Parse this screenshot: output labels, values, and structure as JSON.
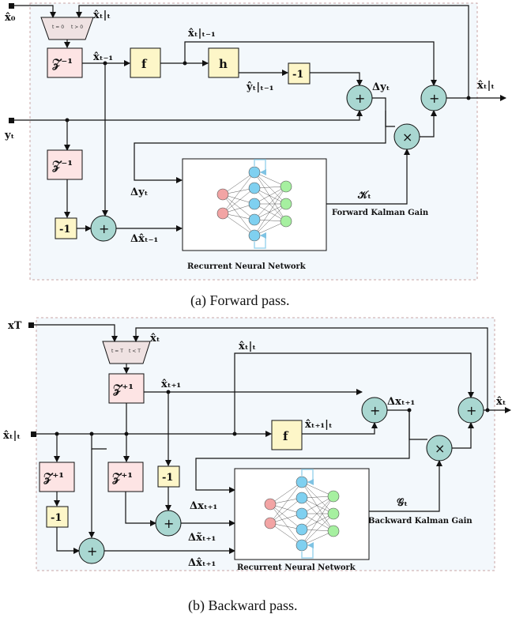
{
  "forward": {
    "caption": "(a) Forward pass.",
    "inputs": {
      "x0": "x̂₀",
      "yt": "yₜ"
    },
    "labels": {
      "xhat_tt_top": "x̂ₜ|ₜ",
      "xhat_prior": "x̂ₜ|ₜ₋₁",
      "xhat_tm1": "x̂ₜ₋₁",
      "yhat_prior": "ŷₜ|ₜ₋₁",
      "dy_right": "Δyₜ",
      "dy_left": "Δyₜ",
      "dx_left": "Δx̂ₜ₋₁",
      "gain_symbol": "𝒦ₜ",
      "out": "x̂ₜ|ₜ"
    },
    "blocks": {
      "z_delay": "𝒵⁻¹",
      "z_delay2": "𝒵⁻¹",
      "f": "f",
      "h": "h",
      "neg1a": "-1",
      "neg1b": "-1"
    },
    "gain_text": "Forward Kalman Gain",
    "rnn_text": "Recurrent Neural Network",
    "mux_top": "t = 0",
    "mux_bottom": "t > 0"
  },
  "backward": {
    "caption": "(b) Backward pass.",
    "inputs": {
      "xT": "xT",
      "xtt": "x̂ₜ|ₜ"
    },
    "labels": {
      "xhat_t": "x̂ₜ",
      "xhat_tt": "x̂ₜ|ₜ",
      "xhat_tp1": "x̂ₜ₊₁",
      "xhat_pred": "x̂ₜ₊₁|ₜ",
      "dx_right": "Δxₜ₊₁",
      "dx_a": "Δxₜ₊₁",
      "dx_b": "Δx̃ₜ₊₁",
      "dx_c": "Δx̂ₜ₊₁",
      "gain_symbol": "𝒢ₜ",
      "out": "x̂ₜ"
    },
    "blocks": {
      "z_adv": "𝒵⁺¹",
      "z_adv2": "𝒵⁺¹",
      "z_adv3": "𝒵⁺¹",
      "f": "f",
      "neg1a": "-1",
      "neg1b": "-1"
    },
    "gain_text": "Backward Kalman Gain",
    "rnn_text": "Recurrent Neural Network",
    "mux_top": "t = T",
    "mux_bottom": "t < T"
  },
  "colors": {
    "bg_panel": "#f3f8fc",
    "dash_border": "#c9a6a6",
    "z_block": "#fde4e4",
    "yellow_block": "#fdf6c8",
    "sum_node": "#a9d7d1",
    "mux": "#efe2e2",
    "nn_red": "#f2a4a4",
    "nn_blue": "#7fd0f0",
    "nn_green": "#a6f0a0",
    "loop": "#9fd6ee"
  }
}
